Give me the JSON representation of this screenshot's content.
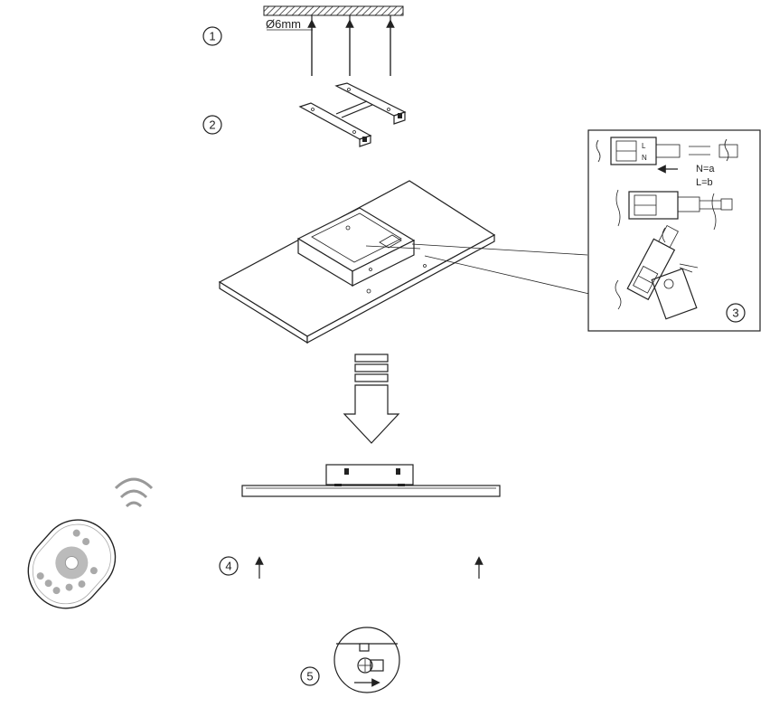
{
  "steps": [
    {
      "number": "1"
    },
    {
      "number": "2"
    },
    {
      "number": "3"
    },
    {
      "number": "4"
    },
    {
      "number": "5"
    }
  ],
  "drill": {
    "diameter_label": "Ø6mm"
  },
  "wiring": {
    "neutral_label": "N=a",
    "live_label": "L=b",
    "terminal_n": "N",
    "terminal_l": "L"
  }
}
